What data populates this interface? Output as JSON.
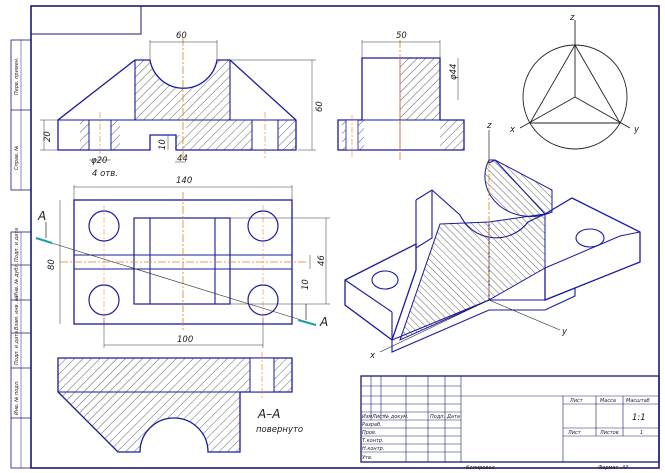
{
  "sheet": {
    "section_title": "A–A",
    "section_note": "повернуто",
    "cut_letter_top": "A",
    "cut_letter_bottom": "A",
    "format_label": "Формат",
    "format_value": "A3",
    "copied_label": "Копировал"
  },
  "dims": {
    "front_width": "60",
    "front_height": "60",
    "front_base": "20",
    "front_slot_h": "10",
    "front_slot_w": "44",
    "front_hole": "φ20",
    "front_holes_count": "4 отв.",
    "side_width": "50",
    "side_bore": "φ44",
    "top_length": "140",
    "top_depth": "80",
    "top_inner": "46",
    "top_slot": "10",
    "top_hole_span": "100"
  },
  "axes": {
    "x": "x",
    "y": "y",
    "z": "z",
    "iso_x": "x",
    "iso_y": "y",
    "iso_z": "z"
  },
  "title_block": {
    "sheet_label": "Лист",
    "mass_label": "Масса",
    "scale_label": "Масштаб",
    "scale_value": "1:1",
    "sheet_label2": "Лист",
    "sheets_label": "Листов",
    "sheets_value": "1",
    "col_izm": "Изм",
    "col_list": "Лист",
    "col_doc": "№ докум.",
    "col_sign": "Подп.",
    "col_date": "Дата",
    "row_razrab": "Разраб.",
    "row_prov": "Пров.",
    "row_tkontr": "Т.контр.",
    "row_nkontr": "Н.контр.",
    "row_utv": "Утв."
  },
  "side_strip": [
    "Перв. примен.",
    "Справ. №",
    "Подп. и дата",
    "Инв. № дубл.",
    "Взам. инв. №",
    "Подп. и дата",
    "Инв. № подл."
  ]
}
